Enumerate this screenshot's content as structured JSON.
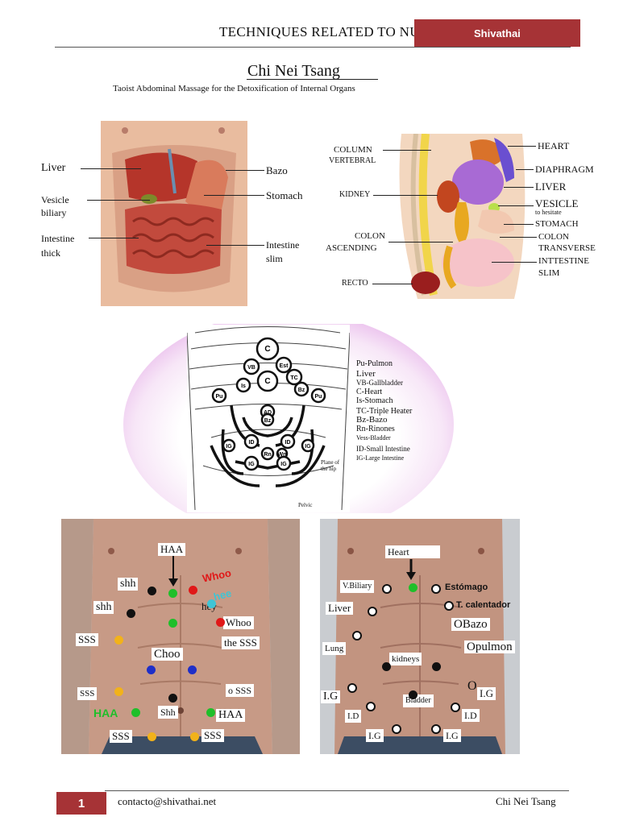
{
  "header": {
    "title": "TECHNIQUES RELATED TO NUAD",
    "badge": "Shivathai"
  },
  "document": {
    "title": "Chi Nei Tsang",
    "subtitle": "Taoist Abdominal Massage for the Detoxification of Internal Organs"
  },
  "figure_front": {
    "labels": {
      "liver": "Liver",
      "vesicle_1": "Vesicle",
      "vesicle_2": "biliary",
      "intestine_thick_1": "Intestine",
      "intestine_thick_2": "thick",
      "bazo": "Bazo",
      "stomach": "Stomach",
      "intestine_slim_1": "Intestine",
      "intestine_slim_2": "slim"
    }
  },
  "figure_side": {
    "labels": {
      "column_1": "COLUMN",
      "column_2": "VERTEBRAL",
      "kidney": "KIDNEY",
      "colon_asc_1": "COLON",
      "colon_asc_2": "ASCENDING",
      "recto": "RECTO",
      "heart": "HEART",
      "diaphragm": "DIAPHRAGM",
      "liver": "LIVER",
      "vesicle": "VESICLE",
      "vesicle_note": "to hesitate",
      "stomach": "STOMACH",
      "colon_trans_1": "COLON",
      "colon_trans_2": "TRANSVERSE",
      "intestine_1": "INTTESTINE",
      "intestine_2": "SLIM"
    }
  },
  "figure_chart": {
    "circles": [
      "C",
      "Est",
      "VB",
      "C",
      "TC",
      "Pu",
      "Bz",
      "Pu",
      "Is",
      "AD",
      "Bz",
      "ID",
      "Rn",
      "Wn",
      "ID",
      "IG",
      "IG",
      "IG",
      "IG"
    ],
    "side_note": "Plane of the hip",
    "bottom_note": "Pelvic",
    "legend": [
      "Pu-Pulmon",
      "Liver",
      "VB-Gallbladder",
      "C-Heart",
      "Is-Stomach",
      "TC-Triple Heater",
      "Bz-Bazo",
      "Rn-Rinones",
      "Vess-Bladder",
      "ID-Small Intestine",
      "IG-Large Intestine"
    ]
  },
  "photo_left": {
    "labels": {
      "haa_top": "HAA",
      "shh_1": "shh",
      "shh_2": "shh",
      "sss_1": "SSS",
      "choo": "Choo",
      "sss_2": "SSS",
      "haa_green": "HAA",
      "shh_3": "Shh",
      "haa_right": "HAA",
      "sss_3": "SSS",
      "sss_4": "SSS",
      "whoo_red": "Whoo",
      "hee_cyan": "hee",
      "hey": "hey",
      "whoo_2": "Whoo",
      "the_sss": "the SSS",
      "o_sss": "o SSS"
    }
  },
  "photo_right": {
    "labels": {
      "heart": "Heart",
      "vbiliary": "V.Biliary",
      "estomago": "Estómago",
      "liver": "Liver",
      "calentador": "T. calentador",
      "obazo": "OBazo",
      "lung": "Lung",
      "kidneys": "kidneys",
      "opulmon": "Opulmon",
      "ig_1": "I.G",
      "o_ig": "O",
      "ig_2": "I.G",
      "id_1": "I.D",
      "bladder": "Bladder",
      "id_2": "I.D",
      "ig_3": "I.G",
      "ig_4": "I.G"
    }
  },
  "colors": {
    "accent": "#a63336",
    "green": "#1fbf2a",
    "red": "#e01818",
    "blue": "#1f2fc8",
    "yellow": "#f2b21a"
  },
  "footer": {
    "page": "1",
    "email": "contacto@shivathai.net",
    "right": "Chi Nei Tsang"
  }
}
